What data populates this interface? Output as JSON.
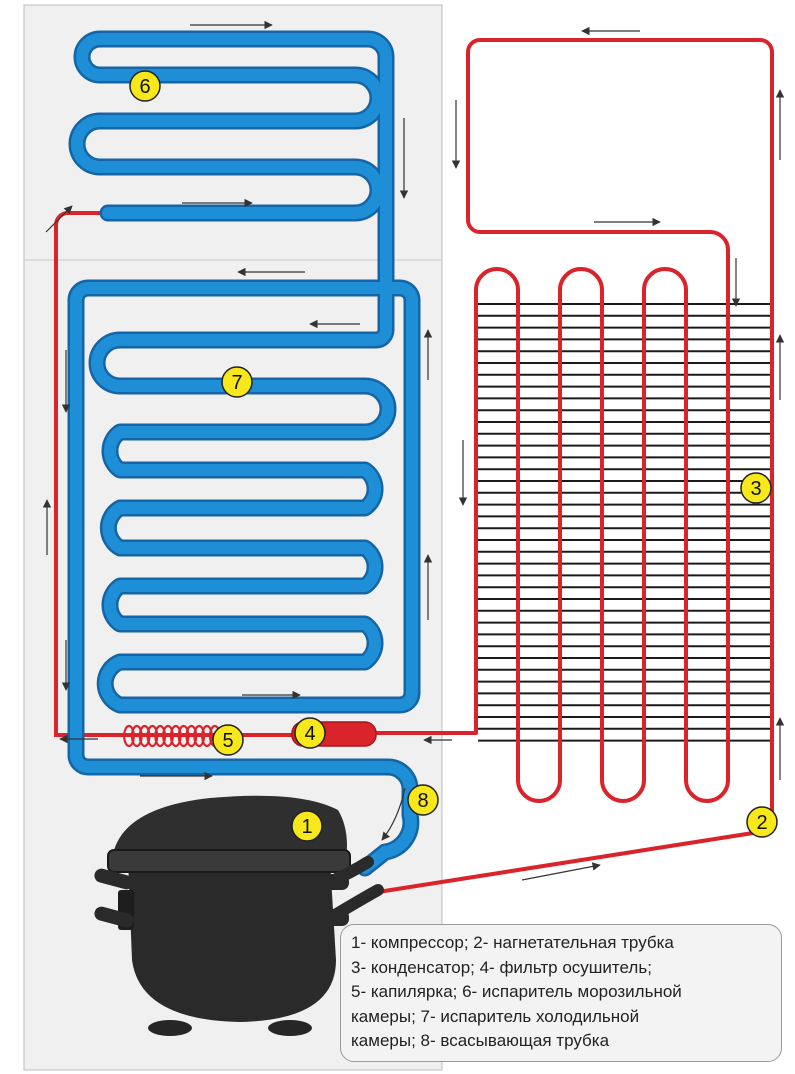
{
  "badges": [
    "1",
    "2",
    "3",
    "4",
    "5",
    "6",
    "7",
    "8"
  ],
  "legend": {
    "lines": [
      "1- компрессор;   2- нагнетательная трубка",
      "3- конденсатор;   4- фильтр осушитель;",
      "5- капилярка; 6- испаритель морозильной",
      "камеры; 7- испаритель холодильной",
      "камеры; 8- всасывающая трубка"
    ]
  },
  "colors": {
    "hot_line": "#d9242c",
    "cold_tube": "#1e8fd6",
    "cold_tube_outline": "#1565a6",
    "badge_fill": "#f7e81c",
    "compressor": "#2a2a2a",
    "panel": "#f0f0f0"
  }
}
